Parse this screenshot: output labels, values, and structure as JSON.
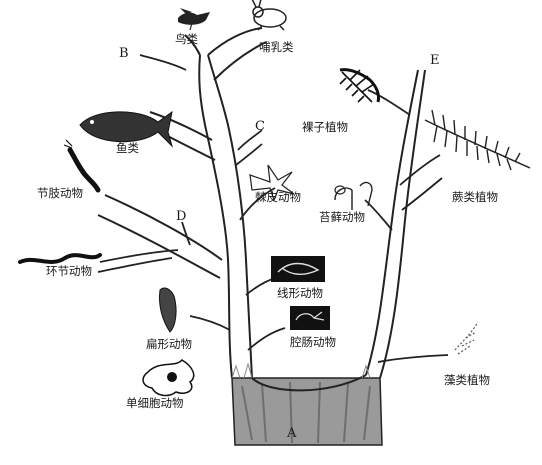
{
  "diagram": {
    "letters": {
      "A": "A",
      "B": "B",
      "C": "C",
      "D": "D",
      "E": "E"
    },
    "labels": {
      "bird": "鸟类",
      "mammal": "哺乳类",
      "fish": "鱼类",
      "arthropod": "节肢动物",
      "annelid": "环节动物",
      "echinoderm": "棘皮动物",
      "gymnosperm": "裸子植物",
      "fern": "蕨类植物",
      "bryophyte": "苔藓动物",
      "nematode": "线形动物",
      "platyhelminth": "扁形动物",
      "cnidarian": "腔肠动物",
      "protozoan": "单细胞动物",
      "algae": "藻类植物"
    },
    "colors": {
      "line": "#222222",
      "trunk": "#9a9a9a",
      "trunk_dark": "#6e6e6e"
    }
  }
}
